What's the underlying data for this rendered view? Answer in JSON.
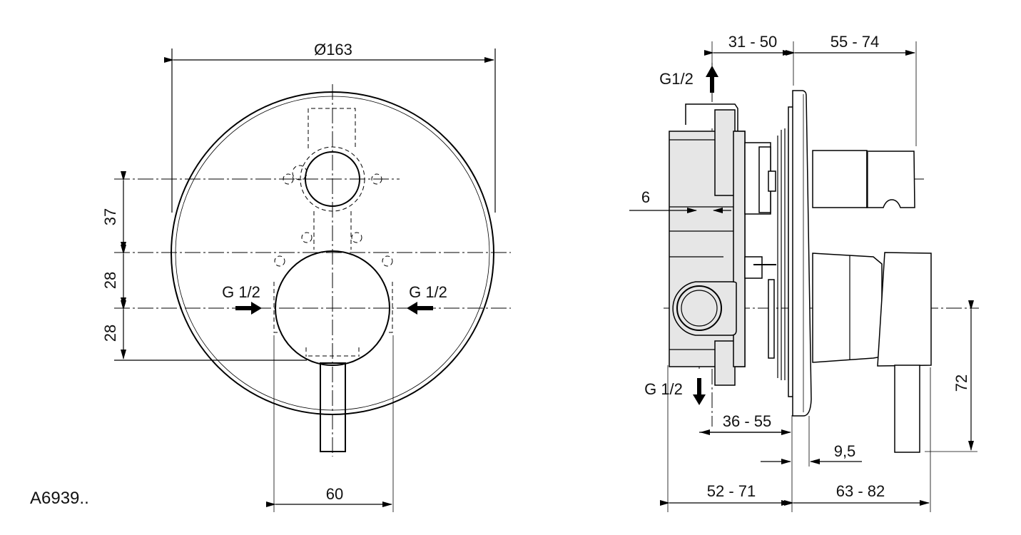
{
  "drawing": {
    "product_code": "A6939..",
    "front_view": {
      "diameter": "Ø163",
      "dim_top_offset": "37",
      "dim_mid_offset": "28",
      "dim_low_offset": "28",
      "inlet_left": "G 1/2",
      "inlet_right": "G 1/2",
      "width_body": "60"
    },
    "side_view": {
      "outlet_top": "G1/2",
      "outlet_bottom": "G 1/2",
      "dim_top_left": "31 - 50",
      "dim_top_right": "55 - 74",
      "dim_offset": "6",
      "dim_body_depth": "36 - 55",
      "dim_plate": "9,5",
      "dim_total_left": "52 - 71",
      "dim_total_right": "63 - 82",
      "dim_lever_height": "72"
    }
  }
}
